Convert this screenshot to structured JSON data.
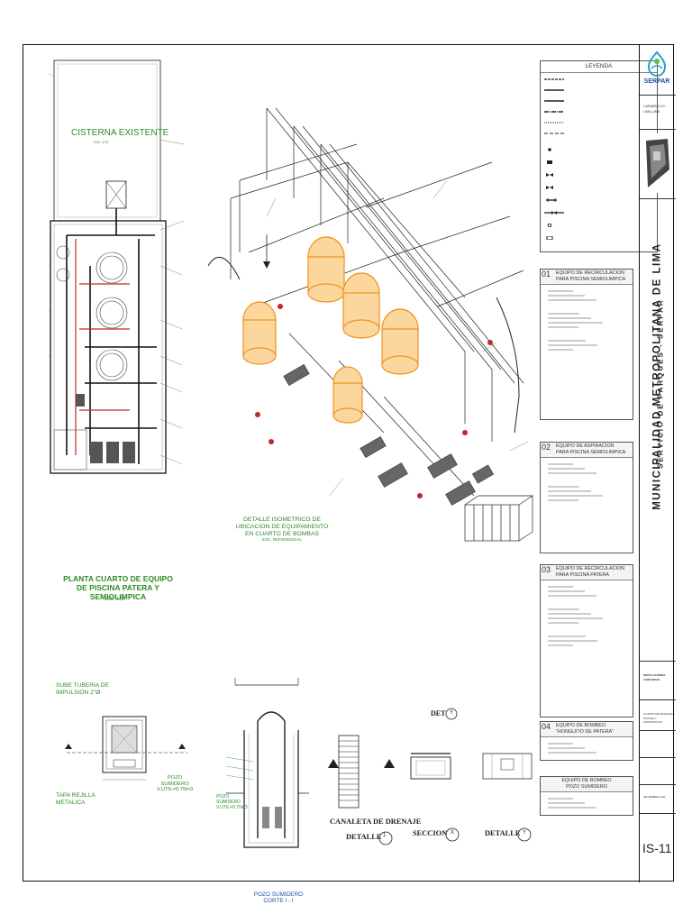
{
  "plan": {
    "cistern_title": "CISTERNA EXISTENTE",
    "cistern_scale": "ESC. 1/75",
    "title_line1": "PLANTA CUARTO DE EQUIPO",
    "title_line2": "DE PISCINA PATERA Y SEMIOLIMPICA",
    "scale": "ESC. 1/50"
  },
  "iso": {
    "title_line1": "DETALLE ISOMETRICO DE",
    "title_line2": "UBICACION DE EQUIPAMIENTO",
    "title_line3": "EN CUARTO DE BOMBAS",
    "scale": "ESC. REFERENCIAL"
  },
  "details": {
    "sube_tuberia": "SUBE TUBERIA DE",
    "impulsion": "IMPULSION 2\"Ø",
    "tapa_line1": "TAPA REJILLA",
    "tapa_line2": "METALICA",
    "pozo_line1": "POZO",
    "pozo_line2": "SUMIDERO",
    "pozo_line3": "V.UTIL=0.70m3",
    "pozo_caption1": "POZO SUMIDERO",
    "pozo_caption2": "CORTE I - I",
    "canaleta_title": "CANALETA DE DRENAJE",
    "detalle": "DETALLE",
    "detalle_num": "1",
    "seccion": "SECCION",
    "seccion_mark": "X",
    "detalle2": "DETALLE",
    "detalle2_mark": "Y",
    "det_tag": "DET",
    "det_tag_mark": "Y"
  },
  "legend": {
    "title": "LEYENDA"
  },
  "spec_boxes": [
    {
      "num": "01",
      "title": "EQUIPO DE RECIRCULACION\nPARA PISCINA SEMIOLIMPICA"
    },
    {
      "num": "02",
      "title": "EQUIPO DE ASPIRACION\nPARA PISCINA SEMIOLIMPICA"
    },
    {
      "num": "03",
      "title": "EQUIPO DE RECIRCULACION\nPARA PISCINA PATERA"
    },
    {
      "num": "04",
      "title": "EQUIPO DE BOMBEO\n\"HONGUITO DE PATERA\""
    },
    {
      "num": "",
      "title": "EQUIPO DE BOMBEO\nPOZO SUMIDERO"
    }
  ],
  "title_block": {
    "logo_text": "SERPAR",
    "location_line1": "CARABAYLLO -",
    "location_line2": "LIMA-LIMA",
    "municipality": "MUNICIPALIDAD METROPOLITANA DE LIMA",
    "service": "SERVICIO DE PARQUES - SERPAR",
    "spec_title1": "INSTALACIONES",
    "spec_title2": "SANITARIAS",
    "sheet_name_line1": "CUARTO DE MAQUINAS",
    "sheet_name_line2": "PISCINA Y ISOMETRICOS",
    "date": "SETIEMBRE 2011",
    "sheet_number": "IS-11"
  },
  "colors": {
    "green": "#2f8a2a",
    "orange": "#f0921e",
    "blue": "#1e4fa8",
    "red": "#c0282b",
    "logo_teal": "#2aa0c8"
  }
}
